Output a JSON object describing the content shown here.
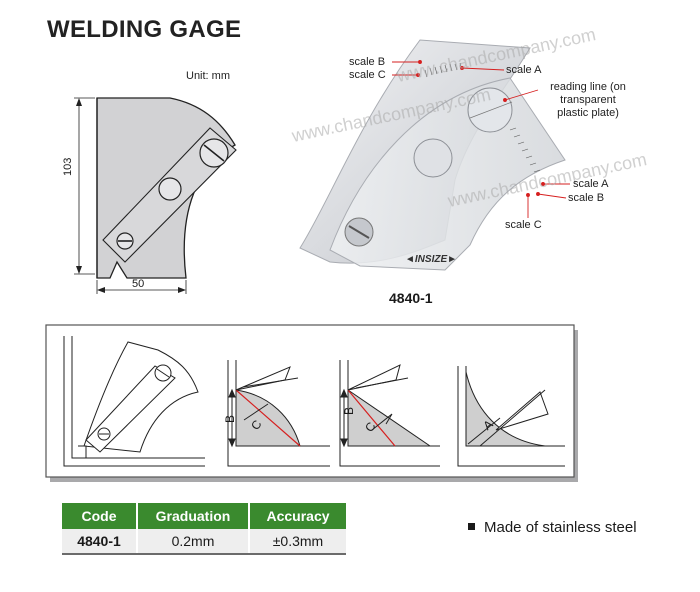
{
  "page": {
    "title": "WELDING GAGE"
  },
  "drawing": {
    "unit_label": "Unit: mm",
    "dim_height": "103",
    "dim_width": "50"
  },
  "photo": {
    "model": "4840-1",
    "brand": "INSIZE",
    "watermark": "www.chandcompany.com",
    "callouts": {
      "scale_b_top": "scale B",
      "scale_c_top": "scale C",
      "scale_a_top": "scale A",
      "reading_line": [
        "reading line (on",
        "transparent",
        "plastic plate)"
      ],
      "scale_a_right": "scale A",
      "scale_b_right": "scale B",
      "scale_c_bottom": "scale C"
    }
  },
  "diagrams": {
    "labels": [
      "B",
      "C",
      "B",
      "C",
      "A"
    ]
  },
  "spec_table": {
    "headers": [
      "Code",
      "Graduation",
      "Accuracy"
    ],
    "rows": [
      [
        "4840-1",
        "0.2mm",
        "±0.3mm"
      ]
    ]
  },
  "features": [
    "Made of stainless steel"
  ],
  "colors": {
    "table_header": "#3a8a2e",
    "callout_red": "#d61f1f"
  }
}
